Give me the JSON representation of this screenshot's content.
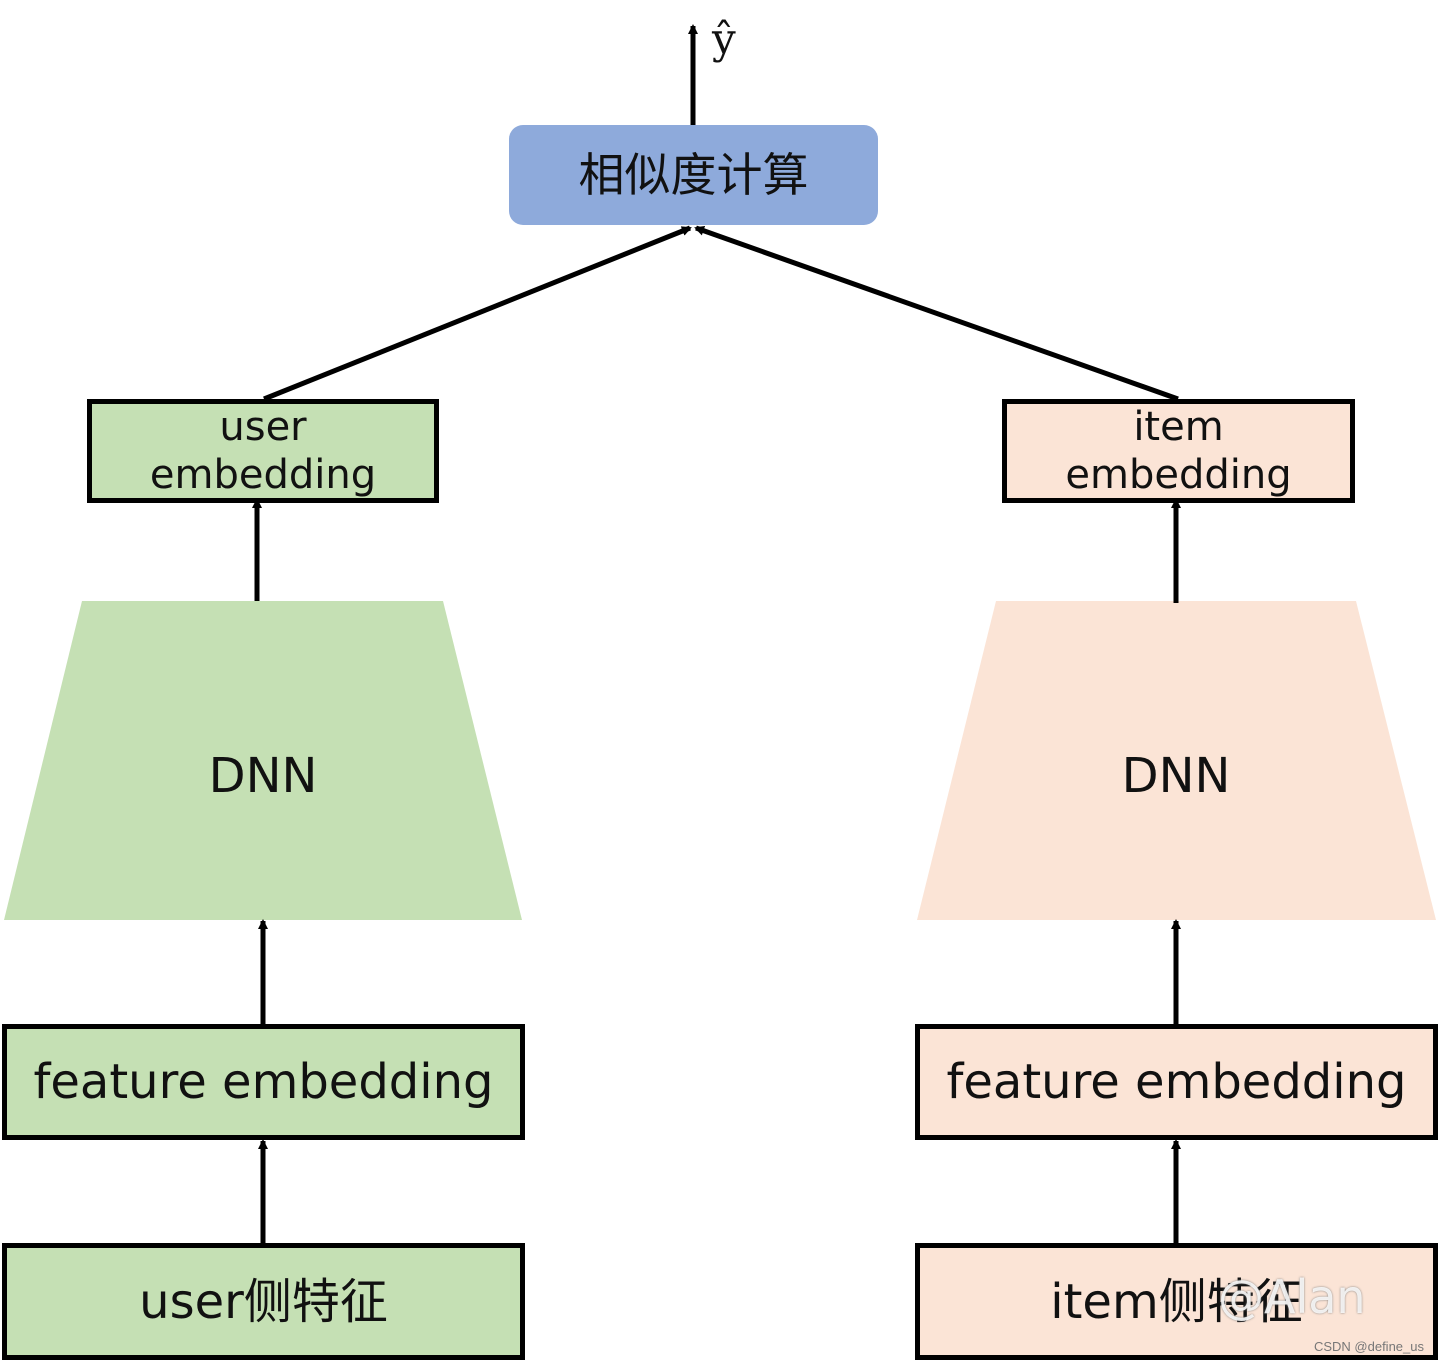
{
  "output_label": "ŷ",
  "similarity_node": "相似度计算",
  "user_tower": {
    "embedding_line1": "user",
    "embedding_line2": "embedding",
    "dnn": "DNN",
    "feature_embedding": "feature embedding",
    "features": "user侧特征"
  },
  "item_tower": {
    "embedding_line1": "item",
    "embedding_line2": "embedding",
    "dnn": "DNN",
    "feature_embedding": "feature embedding",
    "features": "item侧特征"
  },
  "watermark": "@Alan",
  "source_note": "CSDN @define_us",
  "colors": {
    "user_fill": "#c5e0b4",
    "item_fill": "#fbe4d6",
    "similarity_fill": "#8eaadb",
    "line": "#000000"
  }
}
